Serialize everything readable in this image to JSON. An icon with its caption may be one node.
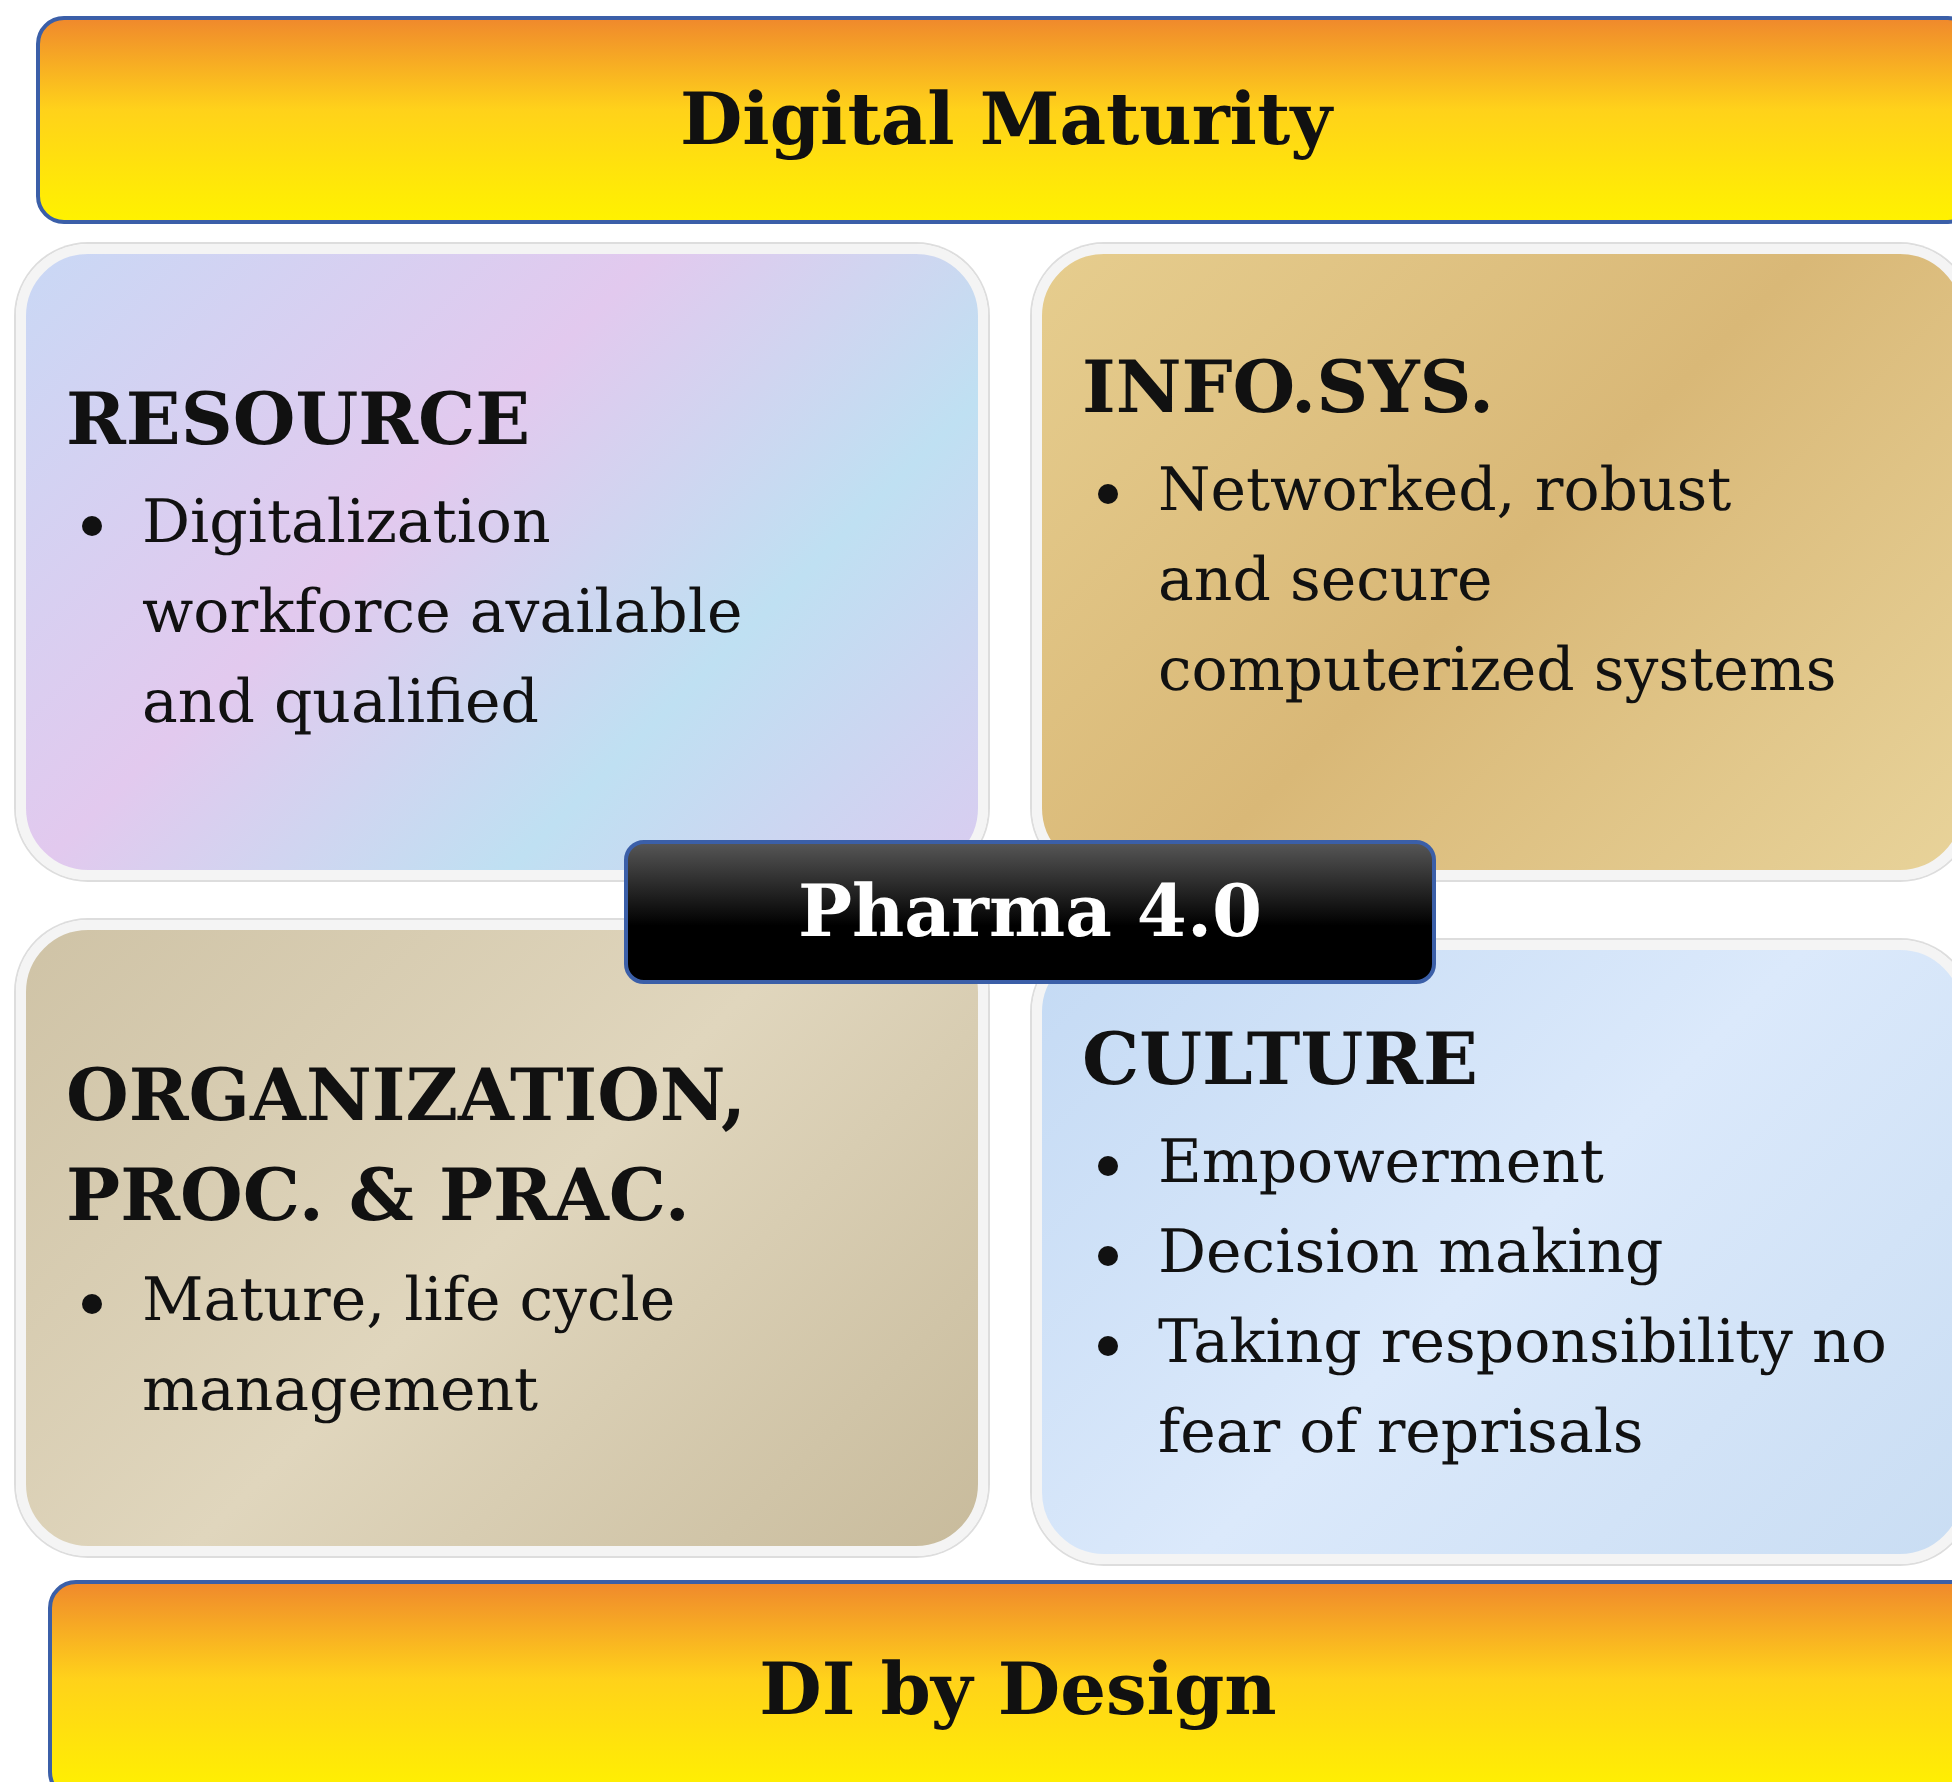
{
  "diagram": {
    "nodes": [
      {
        "text": [
          "Digital Maturity"
        ]
      },
      {
        "text": [
          "RESOURCE",
          "Digitalization workforce available and qualified"
        ]
      },
      {
        "text": [
          "INFO.SYS.",
          "Networked, robust and secure computerized systems"
        ]
      },
      {
        "text": [
          "Pharma 4.0"
        ]
      },
      {
        "text": [
          "ORGANIZATION, PROC. & PRAC.",
          "Mature, life cycle management"
        ]
      },
      {
        "text": [
          "CULTURE",
          "Empowerment",
          "Decision making",
          "Taking responsibility no fear of reprisals"
        ]
      },
      {
        "text": [
          "DI by Design"
        ]
      }
    ],
    "edges": []
  }
}
